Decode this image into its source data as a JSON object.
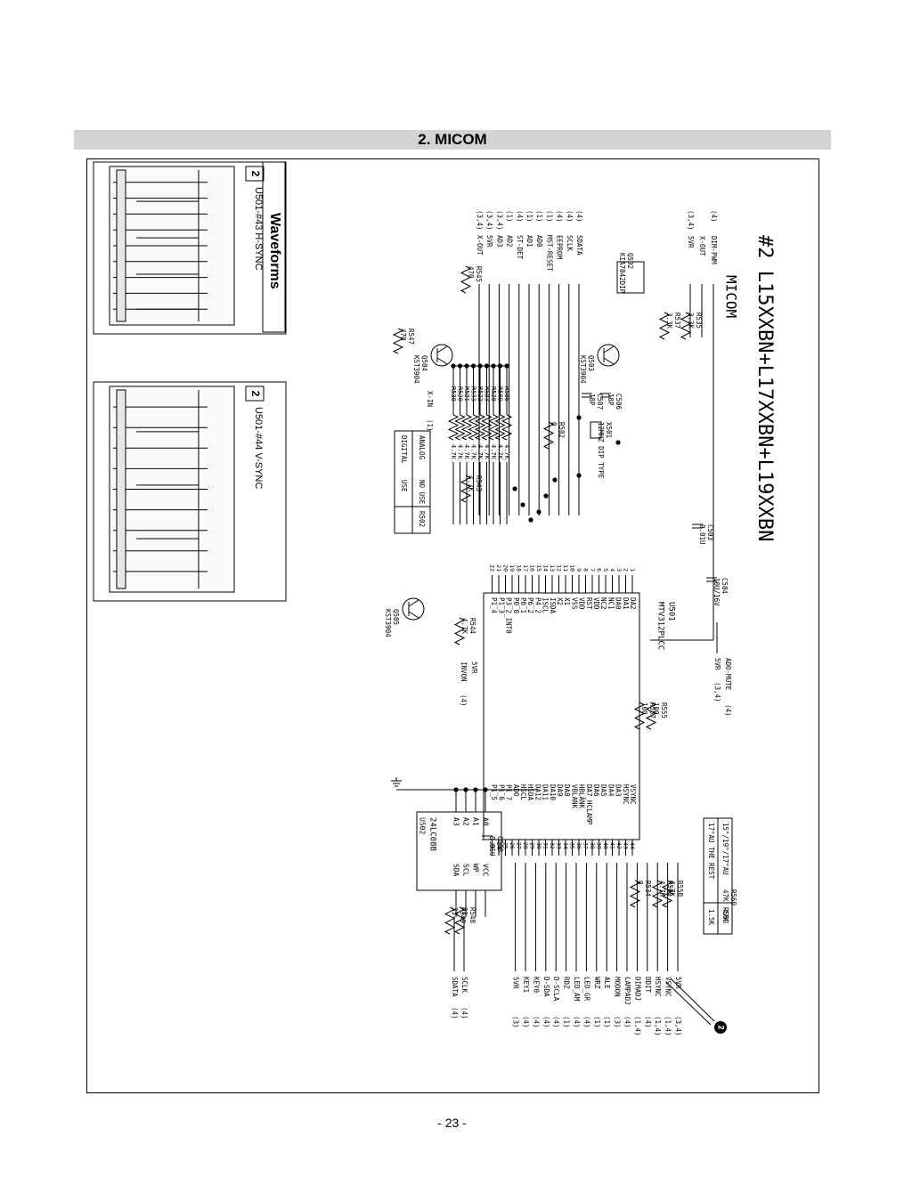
{
  "header": {
    "title": "2. MICOM"
  },
  "page": {
    "number": "- 23 -"
  },
  "waveforms": {
    "section_title": "Waveforms",
    "items": [
      {
        "badge": "2",
        "label": "U501-#43 H-SYNC"
      },
      {
        "badge": "2",
        "label": "U501-#44 V-SYNC"
      }
    ]
  },
  "schematic": {
    "title": "#2 L15XXBN+L17XXBN+L19XXBN",
    "subtitle": "MICOM",
    "callout": "2",
    "mcu": {
      "ref": "U501",
      "part": "MTV312PLCC",
      "left_pins": [
        "DA2",
        "DA1",
        "DA0",
        "NC1",
        "NC2",
        "VDD",
        "RST",
        "VDD",
        "VSS",
        "X1",
        "X2",
        "ISDA",
        "ISCL",
        "P4_2",
        "P6_2",
        "P0_1",
        "P0_0",
        "P3_2_INT0",
        "P1_3",
        "P1_4"
      ],
      "left_nums": [
        "1",
        "2",
        "3",
        "4",
        "5",
        "6",
        "7",
        "8",
        "9",
        "10",
        "11",
        "12",
        "13",
        "14",
        "15",
        "16",
        "17",
        "18",
        "19",
        "20",
        "21",
        "22"
      ],
      "right_pins": [
        "VSYNC",
        "HSYNC",
        "DA3",
        "DA4",
        "DA5",
        "DA6",
        "DA7_HCLAMP",
        "HBLANK",
        "VBLANK",
        "DA8",
        "DA9",
        "DA10",
        "DA11",
        "DA12",
        "HSDA",
        "HSCL",
        "ADO",
        "P1_7",
        "P1_6",
        "P1_5"
      ],
      "right_nums": [
        "44",
        "43",
        "42",
        "41",
        "40",
        "39",
        "38",
        "37",
        "36",
        "35",
        "34",
        "33",
        "32",
        "31",
        "30",
        "29",
        "28",
        "27",
        "26",
        "25",
        "24",
        "23"
      ]
    },
    "eeprom": {
      "ref": "U502",
      "part": "24LC08B",
      "left_pins": [
        "A0",
        "A1",
        "A2",
        "A3"
      ],
      "right_pins": [
        "VCC",
        "WP",
        "SCL",
        "SDA"
      ]
    },
    "left_signals": [
      {
        "name": "SDATA",
        "page": "(4)"
      },
      {
        "name": "SCLK",
        "page": "(4)"
      },
      {
        "name": "EEPROM",
        "page": "(4)"
      },
      {
        "name": "MST-RESET",
        "page": "(1)"
      },
      {
        "name": "AD0",
        "page": "(1)"
      },
      {
        "name": "AD1",
        "page": "(1)"
      },
      {
        "name": "ST-DET",
        "page": "(4)"
      },
      {
        "name": "AD2",
        "page": "(1)"
      },
      {
        "name": "AD3",
        "page": "(3,4)"
      },
      {
        "name": "5VR",
        "page": "(3,4)"
      },
      {
        "name": "X-OUT",
        "page": "(3,4)"
      }
    ],
    "top_signals": [
      {
        "name": "DIM-PWM",
        "page": "(4)"
      },
      {
        "name": "X-OUT",
        "page": ""
      },
      {
        "name": "5VR",
        "page": "(3,4)"
      }
    ],
    "right_signals": [
      {
        "name": "5VR",
        "page": "(3,4)"
      },
      {
        "name": "VSYNC",
        "page": "(1,4)"
      },
      {
        "name": "HSYNC",
        "page": "(1,4)"
      },
      {
        "name": "DDIT",
        "page": "(4)"
      },
      {
        "name": "DIMADJ",
        "page": "(1,4)"
      },
      {
        "name": "LAMPADJ",
        "page": "(4)"
      },
      {
        "name": "MODON",
        "page": "(3)"
      },
      {
        "name": "ALE",
        "page": "(1)"
      },
      {
        "name": "WRZ",
        "page": "(1)"
      },
      {
        "name": "LED_GR",
        "page": "(4)"
      },
      {
        "name": "LED_AM",
        "page": "(4)"
      },
      {
        "name": "RDZ",
        "page": "(1)"
      },
      {
        "name": "D-SCLA",
        "page": "(4)"
      },
      {
        "name": "D-SDA",
        "page": "(4)"
      },
      {
        "name": "KEY0",
        "page": "(4)"
      },
      {
        "name": "KEY1",
        "page": "(4)"
      },
      {
        "name": "5VR",
        "page": "(3)"
      }
    ],
    "eeprom_signals": [
      {
        "name": "SCLK",
        "page": "(4)"
      },
      {
        "name": "SDATA",
        "page": "(4)"
      }
    ],
    "misc_signals": [
      {
        "name": "ADO-MUTE",
        "page": "(4)"
      },
      {
        "name": "5VR",
        "page": "(3,4)"
      },
      {
        "name": "5VR",
        "page": ""
      },
      {
        "name": "INVON",
        "page": "(4)"
      },
      {
        "name": "X-IN",
        "page": "(1)"
      }
    ],
    "components": [
      {
        "ref": "R535",
        "value": "3.3K"
      },
      {
        "ref": "R537",
        "value": "3.3K"
      },
      {
        "ref": "Q502",
        "value": "KIA7042DIP"
      },
      {
        "ref": "Q503",
        "value": "KST3904"
      },
      {
        "ref": "Q504",
        "value": "KST3904"
      },
      {
        "ref": "Q505",
        "value": "KST3904"
      },
      {
        "ref": "R545",
        "value": "470"
      },
      {
        "ref": "R547",
        "value": "470"
      },
      {
        "ref": "R543",
        "value": "4.7K"
      },
      {
        "ref": "R544",
        "value": "4.7K"
      },
      {
        "ref": "C506",
        "value": "18P"
      },
      {
        "ref": "C507",
        "value": "18P"
      },
      {
        "ref": "X501",
        "value": "12MHZ DIP TYPE"
      },
      {
        "ref": "R502",
        "value": "0"
      },
      {
        "ref": "C503",
        "value": "0.01U"
      },
      {
        "ref": "C504",
        "value": "10U/16V"
      },
      {
        "ref": "C508",
        "value": "0.01U"
      },
      {
        "ref": "R548",
        "value": "33"
      },
      {
        "ref": "R549",
        "value": "33"
      },
      {
        "ref": "R555",
        "value": "100"
      },
      {
        "ref": "R557",
        "value": "100"
      },
      {
        "ref": "R550",
        "value": "4.7K"
      },
      {
        "ref": "R501",
        "value": "4.7K"
      },
      {
        "ref": "R534",
        "value": "0"
      },
      {
        "ref": "R560",
        "value": "47K"
      }
    ],
    "resistor_array": [
      {
        "ref": "R506",
        "value": "4.7K"
      },
      {
        "ref": "R509",
        "value": "4.7K"
      },
      {
        "ref": "R528",
        "value": "4.7K"
      },
      {
        "ref": "R503",
        "value": "4.7K"
      },
      {
        "ref": "R522",
        "value": "4.7K"
      },
      {
        "ref": "R533",
        "value": "4.7K"
      },
      {
        "ref": "R521",
        "value": "4.7K"
      },
      {
        "ref": "R520",
        "value": "4.7K"
      },
      {
        "ref": "R530",
        "value": "4.7K"
      }
    ],
    "table_r502": {
      "header": "R502",
      "rows": [
        [
          "ANALOG",
          "NO USE"
        ],
        [
          "DIGITAL",
          "USE"
        ]
      ]
    },
    "table_r560": {
      "header": "R560",
      "rows": [
        [
          "15\"/19\"/17\"AU",
          "47K"
        ],
        [
          "17\"AU THE REST",
          "1.5K"
        ]
      ]
    }
  }
}
